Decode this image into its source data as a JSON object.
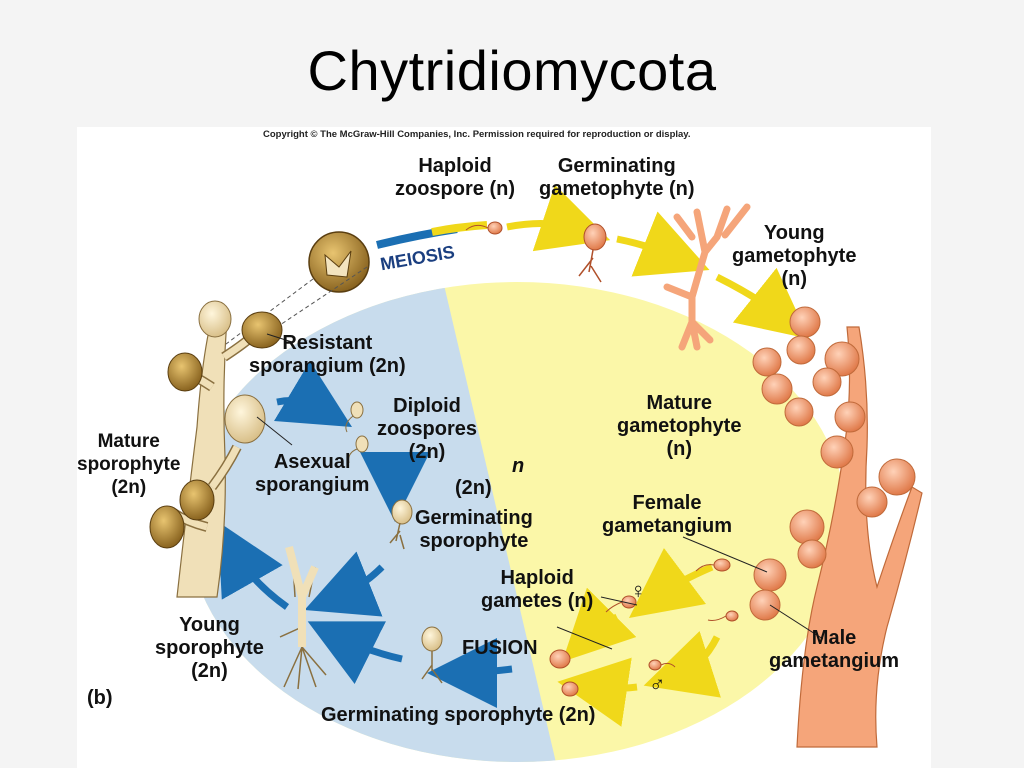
{
  "slide": {
    "title": "Chytridiomycota"
  },
  "figure": {
    "copyright": "Copyright © The McGraw-Hill Companies, Inc. Permission required for reproduction or display.",
    "panel_label": "(b)",
    "colors": {
      "diploid_zone": "#c8dced",
      "haploid_zone": "#fbf7a8",
      "diploid_arrow": "#1b6fb3",
      "haploid_arrow": "#f0d81a",
      "gametophyte": "#f5a57a",
      "sporophyte": "#f0e0b8",
      "sporangium": "#b58a3a"
    },
    "labels": {
      "haploid_zoospore": [
        "Haploid",
        "zoospore (n)"
      ],
      "germinating_gametophyte": [
        "Germinating",
        "gametophyte (n)"
      ],
      "young_gametophyte": [
        "Young",
        "gametophyte",
        "(n)"
      ],
      "mature_gametophyte": [
        "Mature",
        "gametophyte",
        "(n)"
      ],
      "female_gametangium": [
        "Female",
        "gametangium"
      ],
      "male_gametangium": [
        "Male",
        "gametangium"
      ],
      "haploid_gametes": [
        "Haploid",
        "gametes (n)"
      ],
      "fusion": "FUSION",
      "germinating_sporophyte_bottom": "Germinating sporophyte (2n)",
      "young_sporophyte": [
        "Young",
        "sporophyte",
        "(2n)"
      ],
      "mature_sporophyte": [
        "Mature",
        "sporophyte",
        "(2n)"
      ],
      "resistant_sporangium": [
        "Resistant",
        "sporangium (2n)"
      ],
      "asexual_sporangium": [
        "Asexual",
        "sporangium"
      ],
      "diploid_zoospores": [
        "Diploid",
        "zoospores",
        "(2n)"
      ],
      "germinating_sporophyte_center": [
        "Germinating",
        "sporophyte"
      ],
      "meiosis": "MEIOSIS",
      "zone_n": "n",
      "zone_2n": "(2n)",
      "female_symbol": "♀",
      "male_symbol": "♂"
    }
  }
}
